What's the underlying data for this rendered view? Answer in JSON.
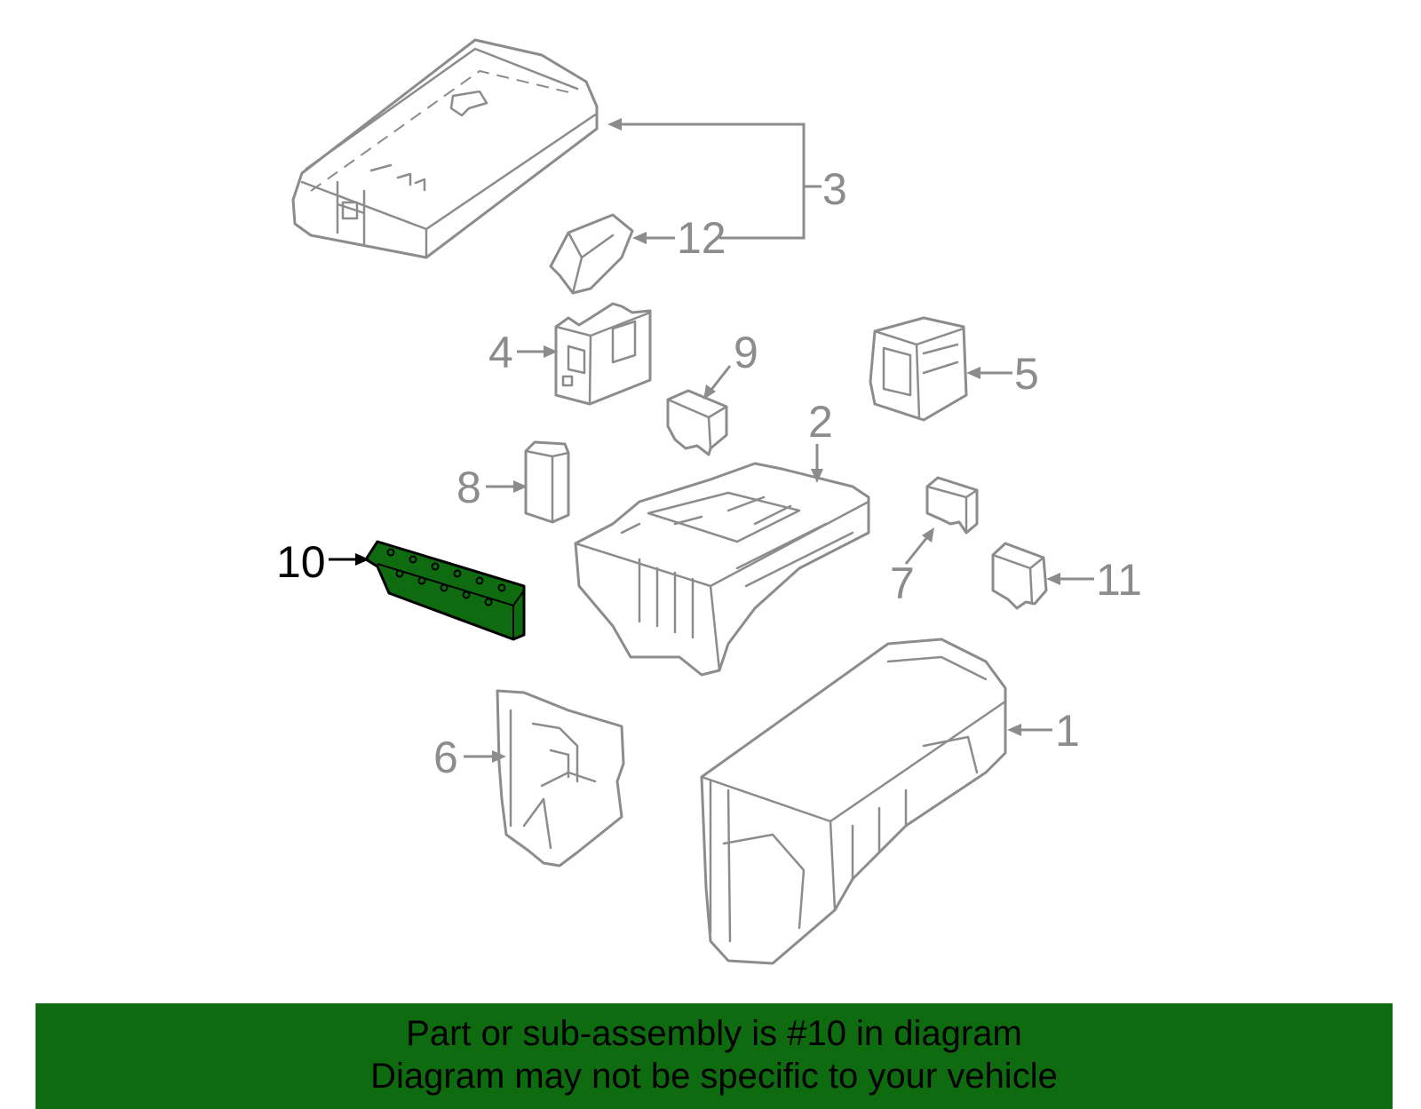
{
  "diagram": {
    "highlighted_part": "10",
    "highlight_color": "#0f6b0f",
    "line_color": "#8c8c8c",
    "callouts": [
      {
        "id": "1",
        "label": "1"
      },
      {
        "id": "2",
        "label": "2"
      },
      {
        "id": "3",
        "label": "3"
      },
      {
        "id": "4",
        "label": "4"
      },
      {
        "id": "5",
        "label": "5"
      },
      {
        "id": "6",
        "label": "6"
      },
      {
        "id": "7",
        "label": "7"
      },
      {
        "id": "8",
        "label": "8"
      },
      {
        "id": "9",
        "label": "9"
      },
      {
        "id": "10",
        "label": "10"
      },
      {
        "id": "11",
        "label": "11"
      },
      {
        "id": "12",
        "label": "12"
      }
    ]
  },
  "banner": {
    "line1": "Part or sub-assembly is #10 in diagram",
    "line2": "Diagram may not be specific to your vehicle",
    "background_color": "#0f6b0f"
  }
}
